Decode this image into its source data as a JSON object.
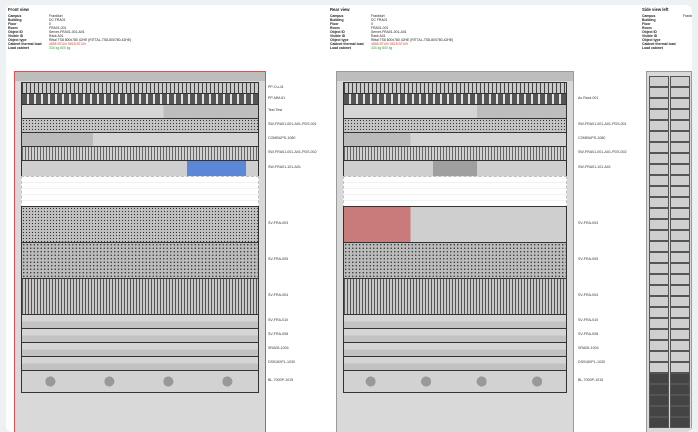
{
  "views": {
    "front": {
      "title": "Front view",
      "meta": [
        {
          "k": "Campus",
          "v": "Frankfurt"
        },
        {
          "k": "Building",
          "v": "DC FRA01"
        },
        {
          "k": "Floor",
          "v": "0"
        },
        {
          "k": "Room",
          "v": "FRA01-001"
        },
        {
          "k": "Object ID",
          "v": "Server-FRA01-001-A01"
        },
        {
          "k": "Visible ID",
          "v": "Rack A01"
        },
        {
          "k": "Object type",
          "v": "Rittal TS8 800x780 42HE (RITTAL-TS8-800780-42HE)"
        },
        {
          "k": "Cabinet thermal load",
          "v": "4858 BTU/h 5818 BTU/h",
          "style": "red"
        },
        {
          "k": "Load cabinet",
          "v": "334 kg 800 kg",
          "style": "green"
        }
      ]
    },
    "rear": {
      "title": "Rear view",
      "meta": [
        {
          "k": "Campus",
          "v": "Frankfurt"
        },
        {
          "k": "Building",
          "v": "DC FRA01"
        },
        {
          "k": "Floor",
          "v": "0"
        },
        {
          "k": "Room",
          "v": "FRA01-001"
        },
        {
          "k": "Object ID",
          "v": "Server-FRA01-001-A01"
        },
        {
          "k": "Visible ID",
          "v": "Rack A01"
        },
        {
          "k": "Object type",
          "v": "Rittal TS8 800x780 42HE (RITTAL-TS8-800780-42HE)"
        },
        {
          "k": "Cabinet thermal load",
          "v": "4858 BTU/h 5818 BTU/h",
          "style": "red"
        },
        {
          "k": "Load cabinet",
          "v": "334 kg 800 kg",
          "style": "green"
        }
      ]
    },
    "side": {
      "title": "Side view left",
      "meta": [
        {
          "k": "Campus",
          "v": "Frankfurt"
        },
        {
          "k": "Building",
          "v": ""
        },
        {
          "k": "Floor",
          "v": ""
        },
        {
          "k": "Room",
          "v": ""
        },
        {
          "k": "Object ID",
          "v": ""
        },
        {
          "k": "Visible ID",
          "v": ""
        },
        {
          "k": "Object type",
          "v": ""
        },
        {
          "k": "Cabinet thermal load",
          "v": ""
        },
        {
          "k": "Load cabinet",
          "v": ""
        }
      ]
    }
  },
  "front_labels": [
    "PP-Cu-41",
    "PP-MM-61",
    "Test Test",
    "SW-FRA01-001-A01-PDS-001",
    "COMBUPS-1080",
    "SW-FRA01-001-A01-PDS-002",
    "SW-FRA01-101-A01",
    "SV-FRA-003",
    "SV-FRA-005",
    "SV-FRA-004",
    "SV-FRA-010",
    "SV-FRA-008",
    "SRA05-1004",
    "DS918XPL-1030",
    "BL-7000P-1015"
  ],
  "rear_labels": [
    "",
    "Ac Rack 001",
    "",
    "SW-FRA01-001-A01-PDS-001",
    "COMBUPS-1080",
    "SW-FRA01-001-A01-PDS-002",
    "SW-FRA01-101-A01",
    "SV-FRA-003",
    "SV-FRA-005",
    "SV-FRA-004",
    "SV-FRA-010",
    "SV-FRA-008",
    "SRA05-1004",
    "DS918XPL-1030",
    "BL-7000P-1015"
  ],
  "colors": {
    "selection": "#e05050",
    "highlight_blue": "#5b87d6",
    "highlight_red": "#c97a7a",
    "device_gray": "#cfcfcf"
  },
  "rack_brand": "RITTAL"
}
